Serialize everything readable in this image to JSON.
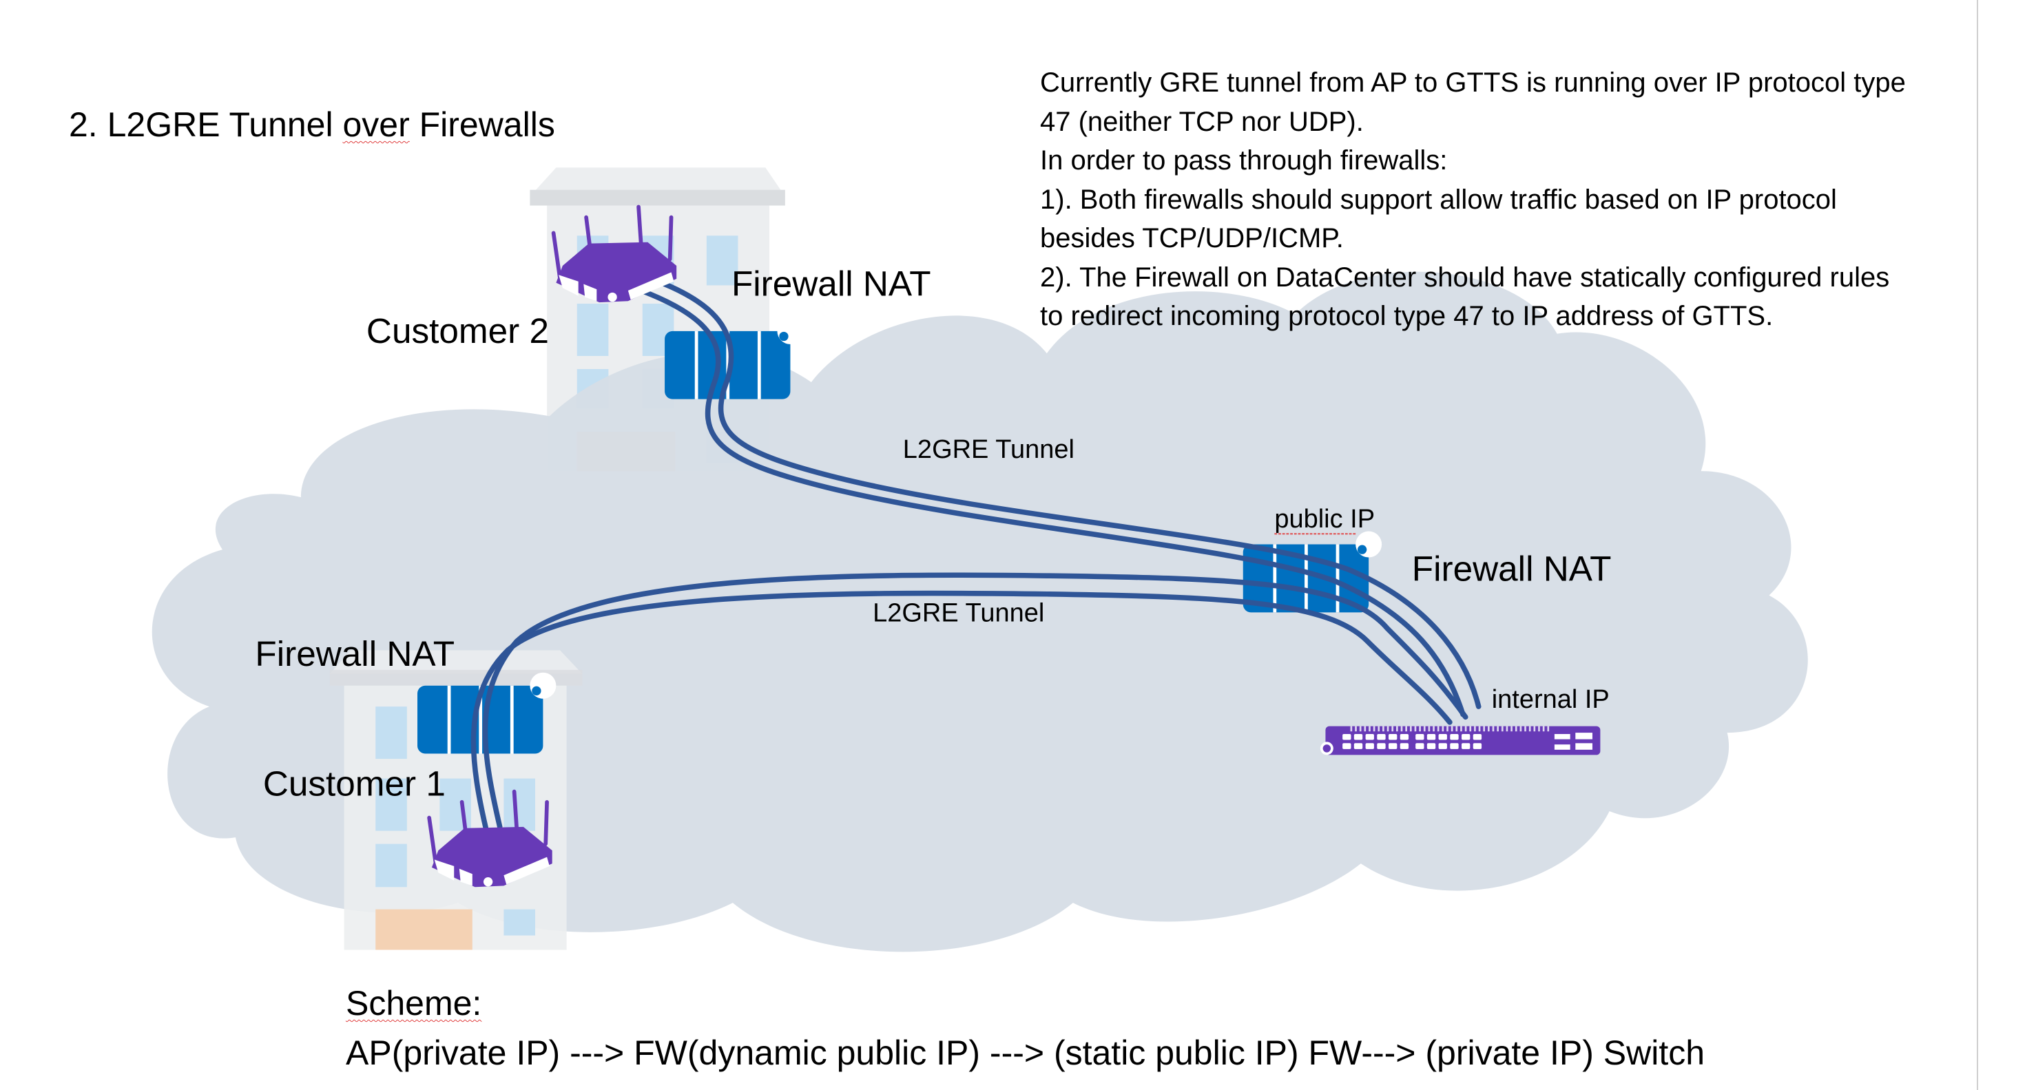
{
  "title": {
    "prefix": "2. L2GRE Tunnel ",
    "misspelled": "over",
    "suffix": " Firewalls"
  },
  "notes": {
    "lines": [
      "Currently GRE tunnel from AP to GTTS is running over IP protocol type",
      "47 (neither TCP nor UDP).",
      "In order to pass through firewalls:",
      "1). Both firewalls should support allow traffic based on IP protocol",
      "besides TCP/UDP/ICMP.",
      "2). The Firewall on DataCenter should have statically configured rules",
      "to redirect incoming protocol type 47 to IP address of GTTS."
    ]
  },
  "diagram": {
    "labels": {
      "customer2": "Customer 2",
      "customer1": "Customer 1",
      "firewall_customer2": "Firewall NAT",
      "firewall_customer1": "Firewall NAT",
      "firewall_datacenter": "Firewall NAT",
      "tunnel_upper": "L2GRE Tunnel",
      "tunnel_lower": "L2GRE Tunnel",
      "public_ip": "public IP",
      "internal_ip": "internal IP"
    },
    "colors": {
      "cloud": "#d6dde6",
      "building": "#eceef0",
      "building_roof": "#dadde0",
      "window": "#c3dff2",
      "door": "#f4d2b4",
      "firewall": "#0070c0",
      "tunnel": "#2f5597",
      "access_point": "#673ab7",
      "switch": "#673ab7"
    },
    "switch_ports_per_row": 12
  },
  "scheme": {
    "label": "Scheme:",
    "flow": "AP(private IP) ---> FW(dynamic public IP) ---> (static public IP) FW---> (private IP) Switch"
  }
}
